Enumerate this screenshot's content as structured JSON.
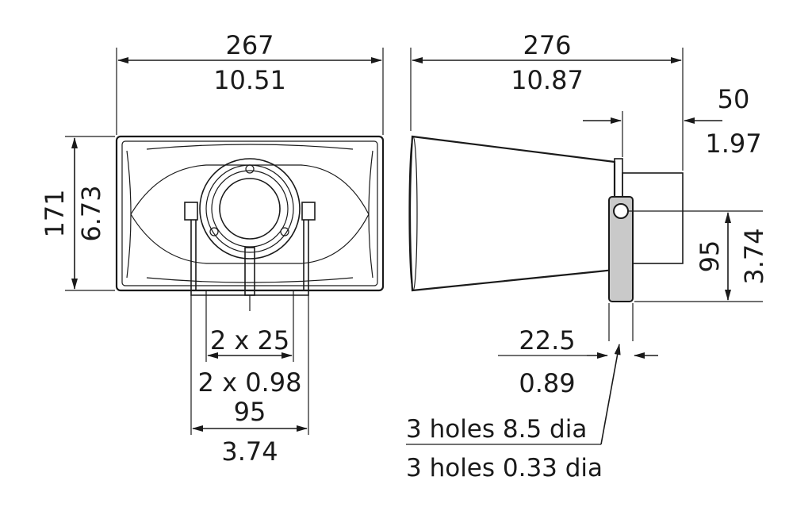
{
  "front_view": {
    "width_mm": "267",
    "width_in": "10.51",
    "height_mm": "171",
    "height_in": "6.73",
    "slot_pitch_mm": "2 x 25",
    "slot_pitch_in": "2 x 0.98",
    "bracket_width_mm": "95",
    "bracket_width_in": "3.74"
  },
  "side_view": {
    "length_mm": "276",
    "length_in": "10.87",
    "rear_depth_mm": "50",
    "rear_depth_in": "1.97",
    "mount_height_mm": "95",
    "mount_height_in": "3.74",
    "bracket_thickness_mm": "22.5",
    "bracket_thickness_in": "0.89",
    "holes_mm": "3 holes 8.5 dia",
    "holes_in": "3 holes 0.33 dia"
  }
}
